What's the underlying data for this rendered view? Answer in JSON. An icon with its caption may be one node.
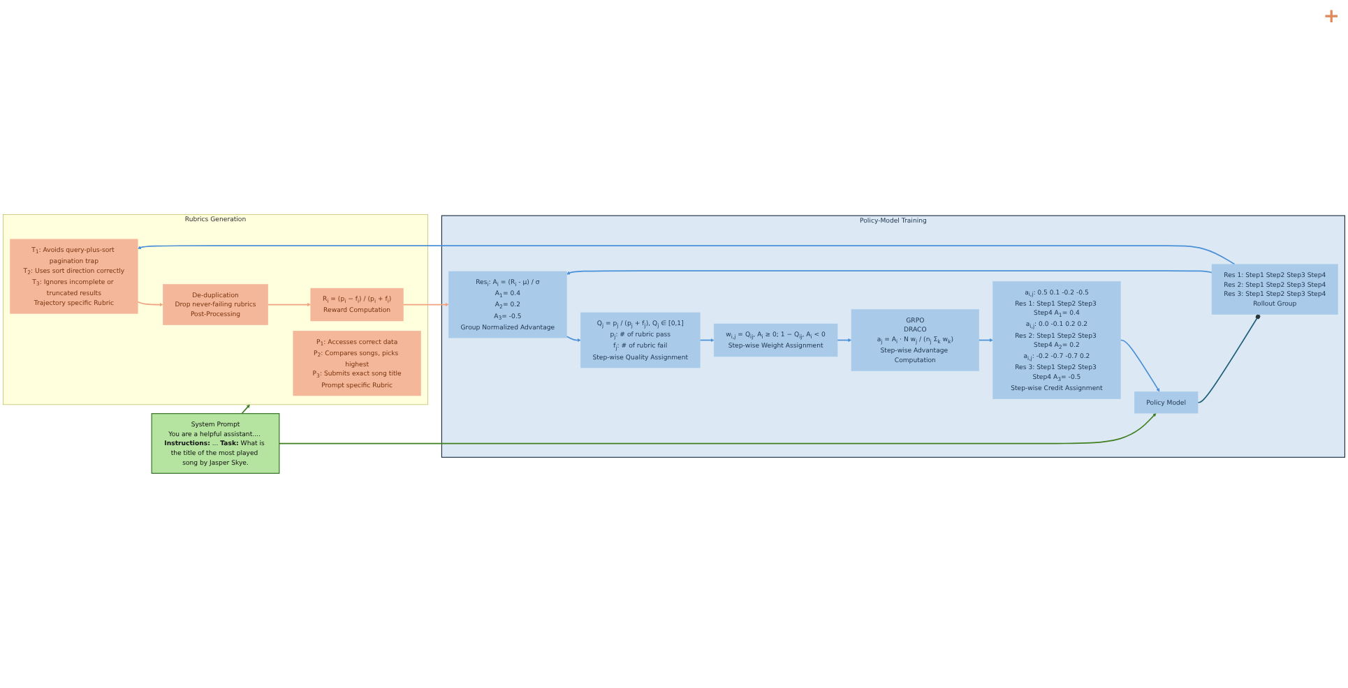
{
  "diagram": {
    "nodes": [
      {
        "text": [
          "Rubrics Generation"
        ]
      },
      {
        "text": [
          "P$_{1}$: Accesses correct data",
          "P$_{2}$: Compares songs, picks highest",
          "P$_{3}$: Submits exact song title",
          "Prompt specific Rubric"
        ],
        "in": 0
      },
      {
        "text": [
          "T$_{1}$: Avoids query-plus-sort pagination trap",
          "T$_{2}$: Uses sort direction correctly",
          "T$_{3}$: Ignores incomplete or truncated results",
          "Trajectory specific Rubric"
        ],
        "in": 0
      },
      {
        "text": [
          "De-duplication",
          "Drop never-failing rubrics",
          "Post-Processing"
        ],
        "in": 0
      },
      {
        "text": [
          "R$_{i}$ = (p$_{i}$ − f$_{i}$) / (p$_{i}$ + f$_{i}$)",
          "Reward Computation"
        ],
        "in": 0
      },
      {
        "text": [
          "System Prompt",
          "You are a helpful assistant.... **Instructions:** ... **Task:** What is the title of the most played song by Jasper Skye."
        ]
      },
      {
        "text": [
          "Policy-Model Training"
        ]
      },
      {
        "text": [
          "Policy Model"
        ],
        "in": 6
      },
      {
        "text": [
          "Res 1: Step1 Step2 Step3 Step4",
          "Res 2: Step1 Step2 Step3 Step4",
          "Res 3: Step1 Step2 Step3 Step4",
          "Rollout Group"
        ],
        "in": 6
      },
      {
        "text": [
          "Res$_{i}$: A$_{i}$ = (R$_{i}$ - μ) / σ",
          "A$_{1}$= 0.4",
          "A$_{2}$= 0.2",
          "A$_{3}$= -0.5",
          "Group Normalized Advantage"
        ],
        "in": 6
      },
      {
        "text": [
          "Q$_{j}$ = p$_{j}$ / (p$_{j}$ + f$_{j}$), Q$_{j}$ ∈ [0,1]",
          "p$_{j}$: # of rubric pass",
          "f$_{j}$: # of rubric fail",
          "Step-wise Quality Assignment"
        ],
        "in": 6
      },
      {
        "text": [
          "w$_{i,j}$ = Q$_{ij}$, A$_{i}$ ≥ 0; 1 − Q$_{ij}$, A$_{i}$ < 0",
          "Step-wise Weight Assignment"
        ],
        "in": 6
      },
      {
        "text": [
          "GRPO",
          "DRACO",
          "a$_{j}$ = A$_{i}$ · N w$_{j}$ / (n$_{j}$ Σ$_{k}$ w$_{k}$)",
          "Step-wise Advantage Computation"
        ],
        "in": 6
      },
      {
        "text": [
          "a$_{i,j}$: 0.5 0.1 -0.2 -0.5",
          "Res 1: Step1 Step2 Step3 Step4 A$_{1}$= 0.4",
          "a$_{i,j}$: 0.0 -0.1 0.2 0.2",
          "Res 2: Step1 Step2 Step3 Step4 A$_{2}$= 0.2",
          "a$_{i,j}$: -0.2 -0.7 -0.7 0.2",
          "Res 3: Step1 Step2 Step3 Step4 A$_{3}$= -0.5",
          "Step-wise Credit Assignment"
        ],
        "in": 6
      }
    ],
    "edges": [
      {
        "from": 5,
        "to": 0,
        "arrow": "to",
        "color": "#3f7f1f"
      },
      {
        "from": 5,
        "to": 7,
        "arrow": "to",
        "color": "#3f7f1f"
      },
      {
        "from": 2,
        "to": 3,
        "arrow": "to",
        "color": "#f2a27e"
      },
      {
        "from": 3,
        "to": 4,
        "arrow": "to",
        "color": "#f2a27e"
      },
      {
        "from": 8,
        "to": 2,
        "arrow": "to"
      },
      {
        "from": 4,
        "to": 9,
        "arrow": "to",
        "color": "#f2a27e"
      },
      {
        "from": 7,
        "to": 8,
        "arrow": "other",
        "color": "#1f5f7a"
      },
      {
        "from": 8,
        "to": 9,
        "arrow": "to"
      },
      {
        "from": 9,
        "to": 10,
        "arrow": "to"
      },
      {
        "from": 10,
        "to": 11,
        "arrow": "to"
      },
      {
        "from": 11,
        "to": 12,
        "arrow": "to"
      },
      {
        "from": 12,
        "to": 13,
        "arrow": "to"
      },
      {
        "from": 13,
        "to": 7,
        "arrow": "to"
      }
    ],
    "labels": [
      "+"
    ]
  }
}
